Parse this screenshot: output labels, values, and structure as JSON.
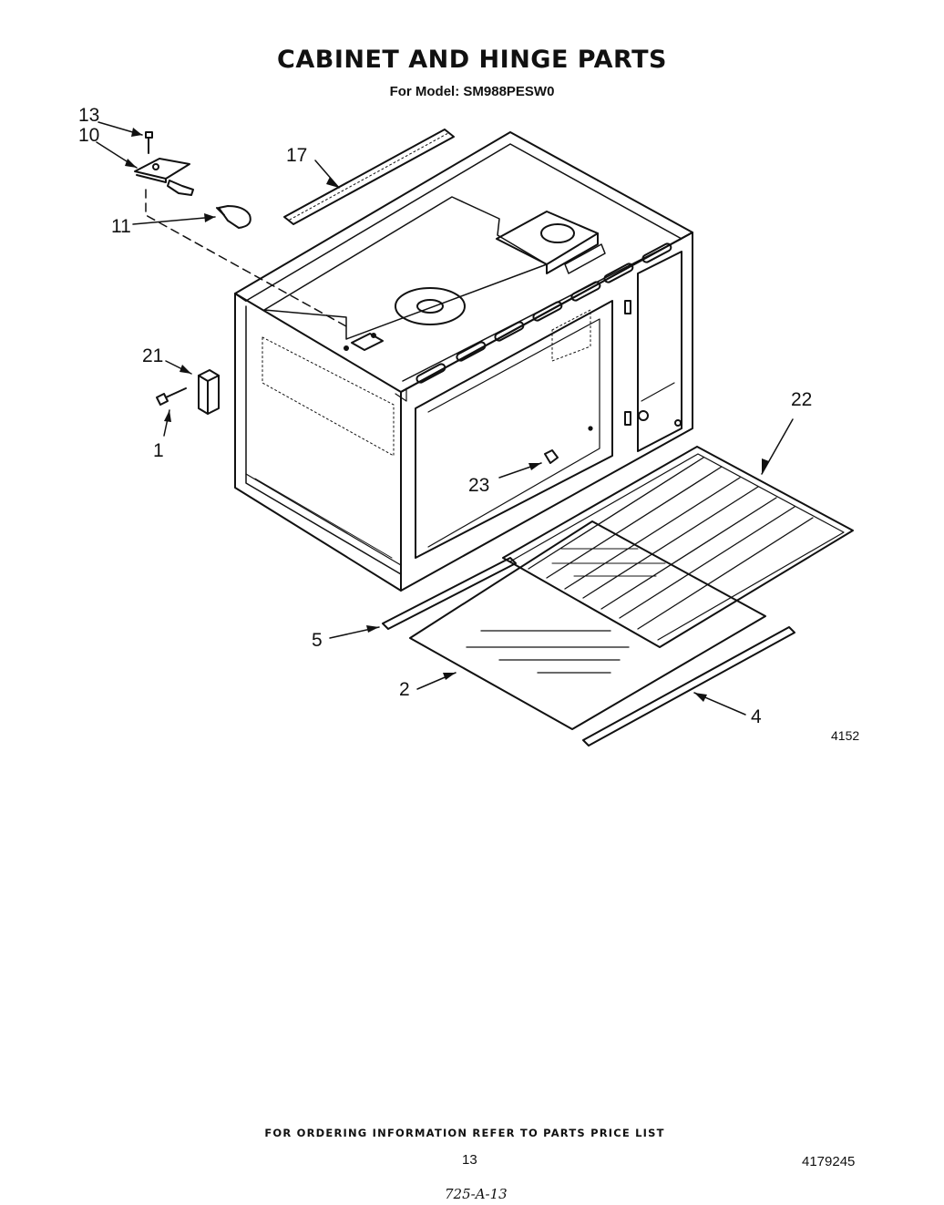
{
  "title": "CABINET AND HINGE PARTS",
  "model": "For Model: SM988PESW0",
  "callouts": {
    "c13": "13",
    "c10": "10",
    "c17": "17",
    "c11": "11",
    "c21": "21",
    "c1": "1",
    "c22": "22",
    "c23": "23",
    "c5": "5",
    "c2": "2",
    "c4": "4"
  },
  "figure_number": "4152",
  "footer": {
    "note": "FOR ORDERING INFORMATION REFER TO PARTS PRICE LIST",
    "page": "13",
    "doc_number": "4179245",
    "handwritten": "725-A-13"
  }
}
